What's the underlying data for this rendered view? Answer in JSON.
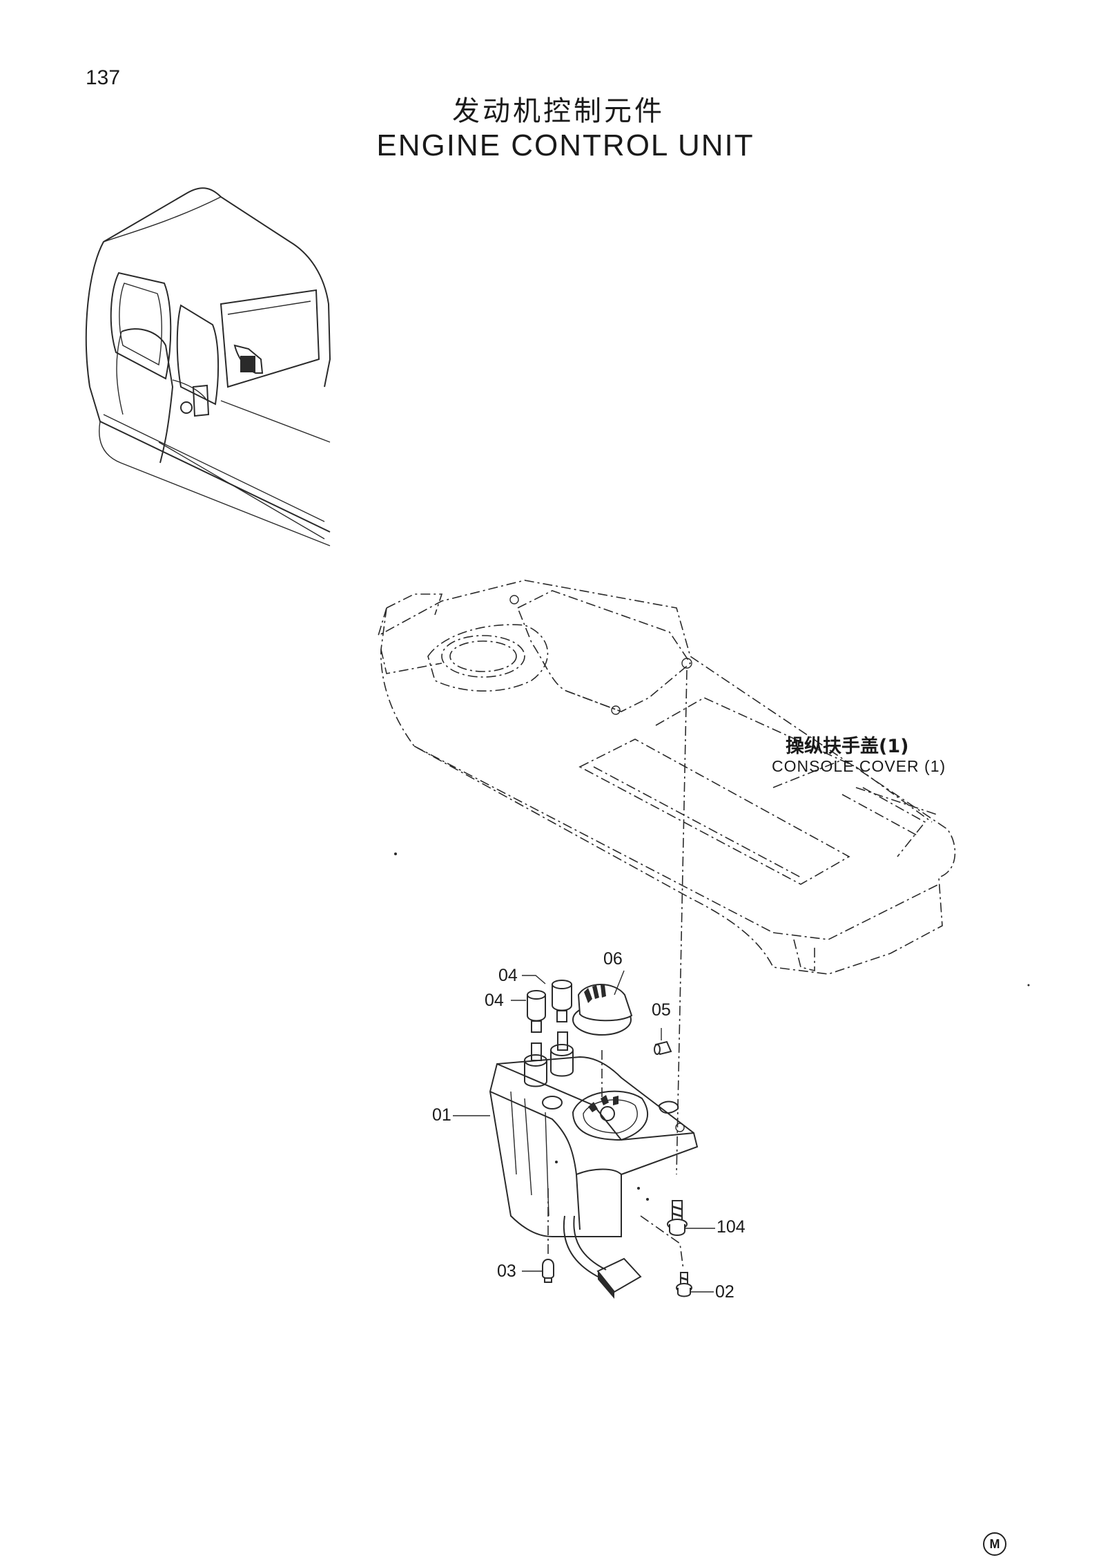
{
  "page_number": "137",
  "title": {
    "zh": "发动机控制元件",
    "en": "ENGINE CONTROL UNIT"
  },
  "console_cover": {
    "zh": "操纵扶手盖(1)",
    "en": "CONSOLE COVER (1)"
  },
  "part_labels": {
    "p01": "01",
    "p02": "02",
    "p03": "03",
    "p04a": "04",
    "p04b": "04",
    "p05": "05",
    "p06": "06",
    "p104": "104"
  },
  "corner_mark": "M"
}
